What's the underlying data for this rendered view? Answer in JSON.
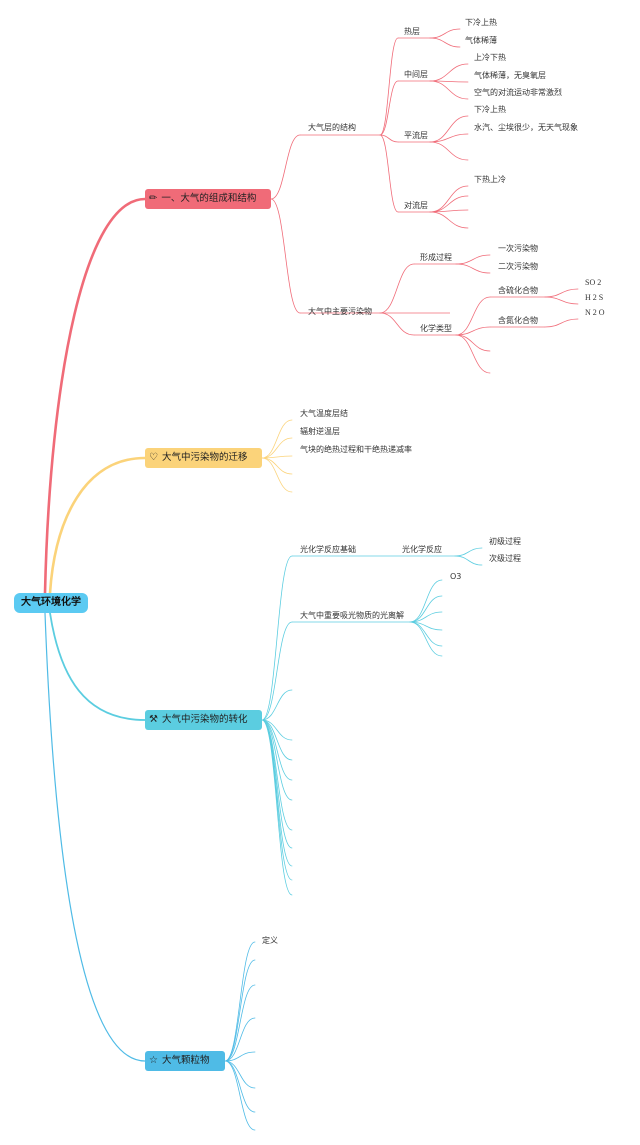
{
  "colors": {
    "red": "#f06b78",
    "yellow": "#fbd37a",
    "teal": "#5bcde0",
    "blue": "#4fbbe6",
    "root": "#5bcaf2"
  },
  "root": {
    "label": "大气环境化学"
  },
  "branch1": {
    "label": "一、大气的组成和结构",
    "icon": "pencil-icon",
    "structure": {
      "label": "大气层的结构",
      "thermo": {
        "label": "热层",
        "items": [
          "下冷上热",
          "气体稀薄"
        ]
      },
      "meso": {
        "label": "中间层",
        "items": [
          "上冷下热",
          "气体稀薄，无臭氧层",
          "空气的对流运动非常激烈"
        ]
      },
      "strato": {
        "label": "平流层",
        "items": [
          "下冷上热",
          "水汽、尘埃很少，无天气现象"
        ]
      },
      "tropo": {
        "label": "对流层",
        "items": [
          "下热上冷"
        ]
      }
    },
    "pollutants": {
      "label": "大气中主要污染物",
      "formation": {
        "label": "形成过程",
        "items": [
          "一次污染物",
          "二次污染物"
        ]
      },
      "chemtype": {
        "label": "化学类型",
        "sulfur": {
          "label": "含硫化合物",
          "items": [
            "SO 2",
            "H 2 S"
          ]
        },
        "nitrogen": {
          "label": "含氮化合物",
          "items": [
            "N 2 O"
          ]
        }
      }
    }
  },
  "branch2": {
    "label": "大气中污染物的迁移",
    "icon": "heart-icon",
    "items": [
      "大气温度层结",
      "辐射逆温层",
      "气块的绝热过程和干绝热递减率"
    ]
  },
  "branch3": {
    "label": "大气中污染物的转化",
    "icon": "hammer-icon",
    "photo": {
      "label": "光化学反应基础",
      "reaction": {
        "label": "光化学反应",
        "items": [
          "初级过程",
          "次级过程"
        ]
      }
    },
    "absorb": {
      "label": "大气中重要吸光物质的光离解",
      "items": [
        "O3"
      ]
    }
  },
  "branch4": {
    "label": "大气颗粒物",
    "icon": "star-icon",
    "items": [
      "定义"
    ]
  }
}
